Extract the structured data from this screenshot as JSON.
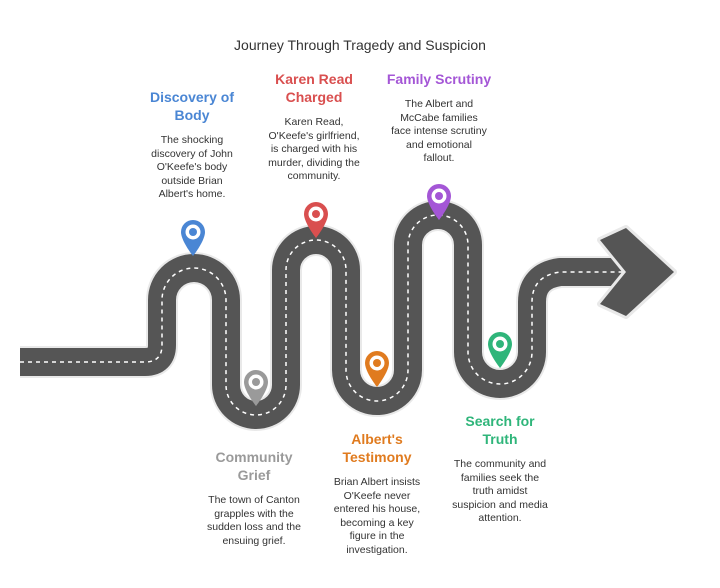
{
  "title": "Journey Through Tragedy and Suspicion",
  "colors": {
    "road": "#555555",
    "road_edge": "#e9e9e9",
    "dash": "#ffffff"
  },
  "milestones": [
    {
      "title_lines": [
        "Discovery of",
        "Body"
      ],
      "desc_lines": [
        "The shocking",
        "discovery of John",
        "O'Keefe's body",
        "outside Brian",
        "Albert's home."
      ],
      "color": "#4a86d4"
    },
    {
      "title_lines": [
        "Community",
        "Grief"
      ],
      "desc_lines": [
        "The town of Canton",
        "grapples with the",
        "sudden loss and the",
        "ensuing grief."
      ],
      "color": "#9a9a9a"
    },
    {
      "title_lines": [
        "Karen Read",
        "Charged"
      ],
      "desc_lines": [
        "Karen Read,",
        "O'Keefe's girlfriend,",
        "is charged with his",
        "murder, dividing the",
        "community."
      ],
      "color": "#d94f4f"
    },
    {
      "title_lines": [
        "Albert's",
        "Testimony"
      ],
      "desc_lines": [
        "Brian Albert insists",
        "O'Keefe never",
        "entered his house,",
        "becoming a key",
        "figure in the",
        "investigation."
      ],
      "color": "#e07b1f"
    },
    {
      "title_lines": [
        "Family Scrutiny"
      ],
      "desc_lines": [
        "The Albert and",
        "McCabe families",
        "face intense scrutiny",
        "and emotional",
        "fallout."
      ],
      "color": "#a456d6"
    },
    {
      "title_lines": [
        "Search for",
        "Truth"
      ],
      "desc_lines": [
        "The community and",
        "families seek the",
        "truth amidst",
        "suspicion and media",
        "attention."
      ],
      "color": "#2fb57a"
    }
  ]
}
